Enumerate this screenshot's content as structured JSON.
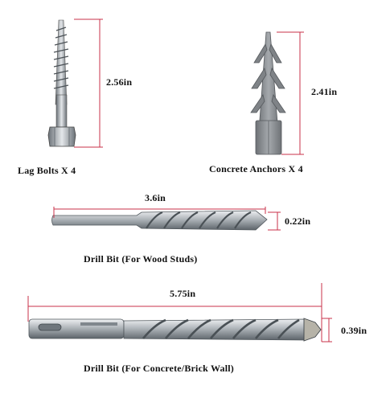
{
  "products": {
    "lag_bolt": {
      "caption": "Lag Bolts X 4",
      "length": "2.56in"
    },
    "concrete_anchor": {
      "caption": "Concrete Anchors X 4",
      "length": "2.41in"
    },
    "wood_drill_bit": {
      "caption": "Drill Bit (For Wood Studs)",
      "length": "3.6in",
      "diameter": "0.22in"
    },
    "concrete_drill_bit": {
      "caption": "Drill Bit (For Concrete/Brick Wall)",
      "length": "5.75in",
      "diameter": "0.39in"
    }
  },
  "colors": {
    "dimension_line": "#c8324a",
    "metal_light": "#cfd3d6",
    "metal_mid": "#9aa0a6",
    "metal_dark": "#5f666c",
    "anchor_plastic": "#8f9397"
  }
}
